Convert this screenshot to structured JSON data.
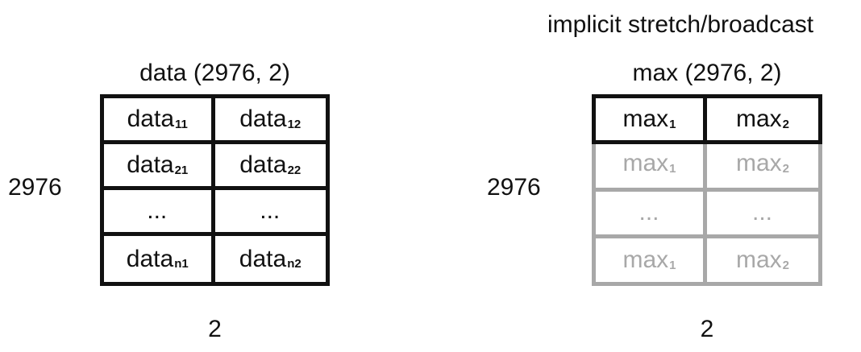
{
  "right_header": "implicit stretch/broadcast",
  "left_matrix": {
    "title": "data (2976, 2)",
    "row_label": "2976",
    "col_label": "2",
    "cells": [
      {
        "base": "data",
        "sub": "11"
      },
      {
        "base": "data",
        "sub": "12"
      },
      {
        "base": "data",
        "sub": "21"
      },
      {
        "base": "data",
        "sub": "22"
      },
      {
        "base": "...",
        "sub": ""
      },
      {
        "base": "...",
        "sub": ""
      },
      {
        "base": "data",
        "sub": "n1"
      },
      {
        "base": "data",
        "sub": "n2"
      }
    ]
  },
  "right_matrix": {
    "title": "max (2976, 2)",
    "row_label": "2976",
    "col_label": "2",
    "top_row": [
      {
        "base": "max",
        "sub": "1"
      },
      {
        "base": "max",
        "sub": "2"
      }
    ],
    "stretched_rows": [
      {
        "base": "max",
        "sub": "1"
      },
      {
        "base": "max",
        "sub": "2"
      },
      {
        "base": "...",
        "sub": ""
      },
      {
        "base": "...",
        "sub": ""
      },
      {
        "base": "max",
        "sub": "1"
      },
      {
        "base": "max",
        "sub": "2"
      }
    ]
  },
  "colors": {
    "solid": "#111111",
    "faded": "#a8a8a8"
  }
}
